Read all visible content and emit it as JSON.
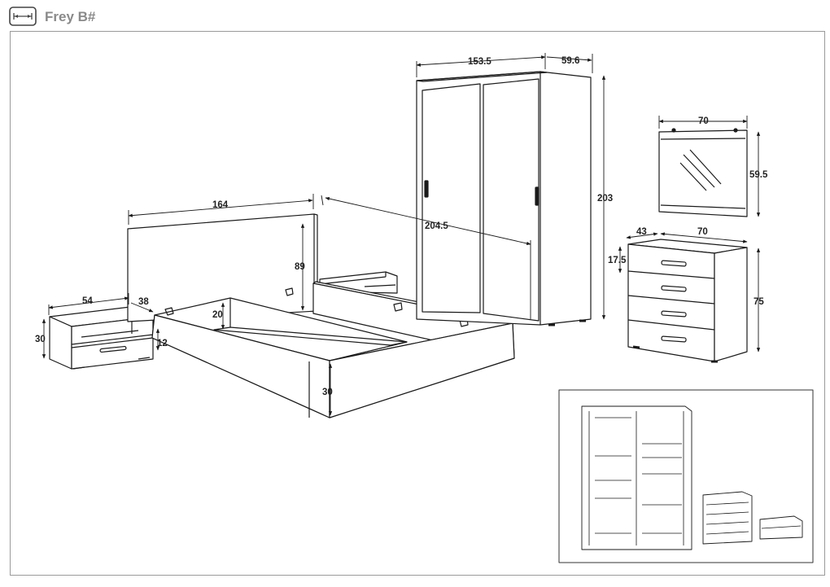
{
  "header": {
    "title": "Frey B#",
    "logo": "width-arrows-icon"
  },
  "colors": {
    "line": "#1a1a1a",
    "frame": "#9a9a9a",
    "title": "#8a8a8a"
  },
  "dimensions": {
    "nightstand_width": "54",
    "nightstand_depth": "38",
    "nightstand_height": "30",
    "nightstand_drawer": "12",
    "headboard_width": "164",
    "headboard_height": "89",
    "bed_length": "204.5",
    "bed_rail_height": "20",
    "bed_side_height": "30",
    "wardrobe_width": "153.5",
    "wardrobe_depth": "59.6",
    "wardrobe_height": "203",
    "mirror_width": "70",
    "mirror_height": "59.5",
    "dresser_depth": "43",
    "dresser_width": "70",
    "dresser_drawer": "17.5",
    "dresser_height": "75"
  }
}
